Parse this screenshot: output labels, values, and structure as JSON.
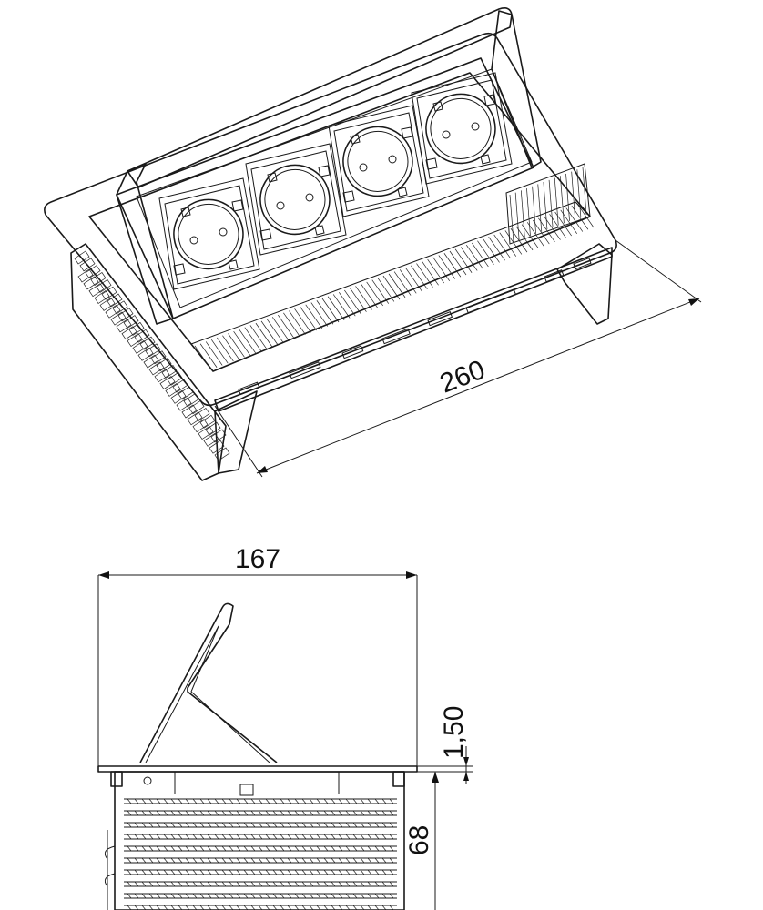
{
  "dimensions": {
    "length": "260",
    "width": "167",
    "flange_thickness": "1,50",
    "depth": "68"
  },
  "colors": {
    "line": "#1a1a1a",
    "background": "#ffffff"
  }
}
